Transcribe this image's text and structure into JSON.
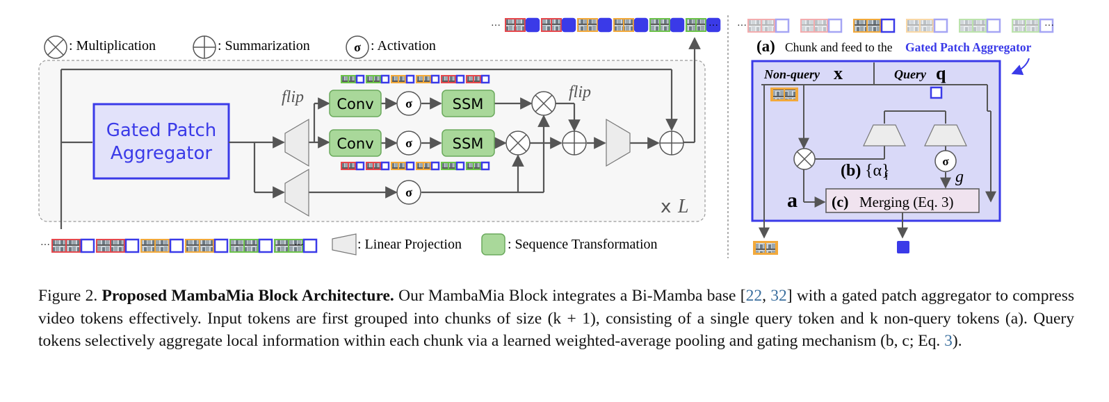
{
  "legend": {
    "multiplication": ": Multiplication",
    "summarization": ": Summarization",
    "activation": ": Activation",
    "sigma": "σ",
    "linear_projection": ": Linear Projection",
    "sequence_transformation": ": Sequence Transformation"
  },
  "block": {
    "gpa_line1": "Gated Patch",
    "gpa_line2": "Aggregator",
    "flip_left": "flip",
    "flip_right": "flip",
    "conv": "Conv",
    "ssm": "SSM",
    "sigma": "σ",
    "repeat_x": "x",
    "repeat_L": "L",
    "ellipsis": "···"
  },
  "gpa_panel": {
    "a_label": "(a)",
    "a_text": "Chunk and feed to the",
    "a_highlight": "Gated Patch Aggregator",
    "nonquery_label": "Non-query",
    "nonquery_var": "x",
    "query_label": "Query",
    "query_var": "q",
    "b_label": "(b)",
    "b_math": "{α}",
    "b_sub": "i",
    "g_var": "g",
    "a_var": "a",
    "c_label": "(c)",
    "c_text": "Merging (Eq. 3)",
    "sigma": "σ"
  },
  "caption": {
    "prefix": "Figure 2.",
    "title": "Proposed MambaMia Block Architecture.",
    "t1": "Our MambaMia Block integrates a Bi-Mamba base [",
    "c1": "22",
    "sep": ", ",
    "c2": "32",
    "t2": "] with a gated patch aggregator to compress video tokens effectively. Input tokens are first grouped into chunks of size (k + 1), consisting of a single query token and k non-query tokens (a). Query tokens selectively aggregate local information within each chunk via a learned weighted-average pooling and gating mechanism (b, c; Eq. ",
    "c3": "3",
    "t3": ")."
  },
  "colors": {
    "query_blue": "#3a3ae8",
    "gpa_fill": "#e2e2fa",
    "conv_fill": "#a9d89a",
    "conv_stroke": "#6aa95c",
    "red": "#e5484d",
    "orange": "#f2a93b",
    "green": "#6cc24a",
    "line": "#555555"
  }
}
